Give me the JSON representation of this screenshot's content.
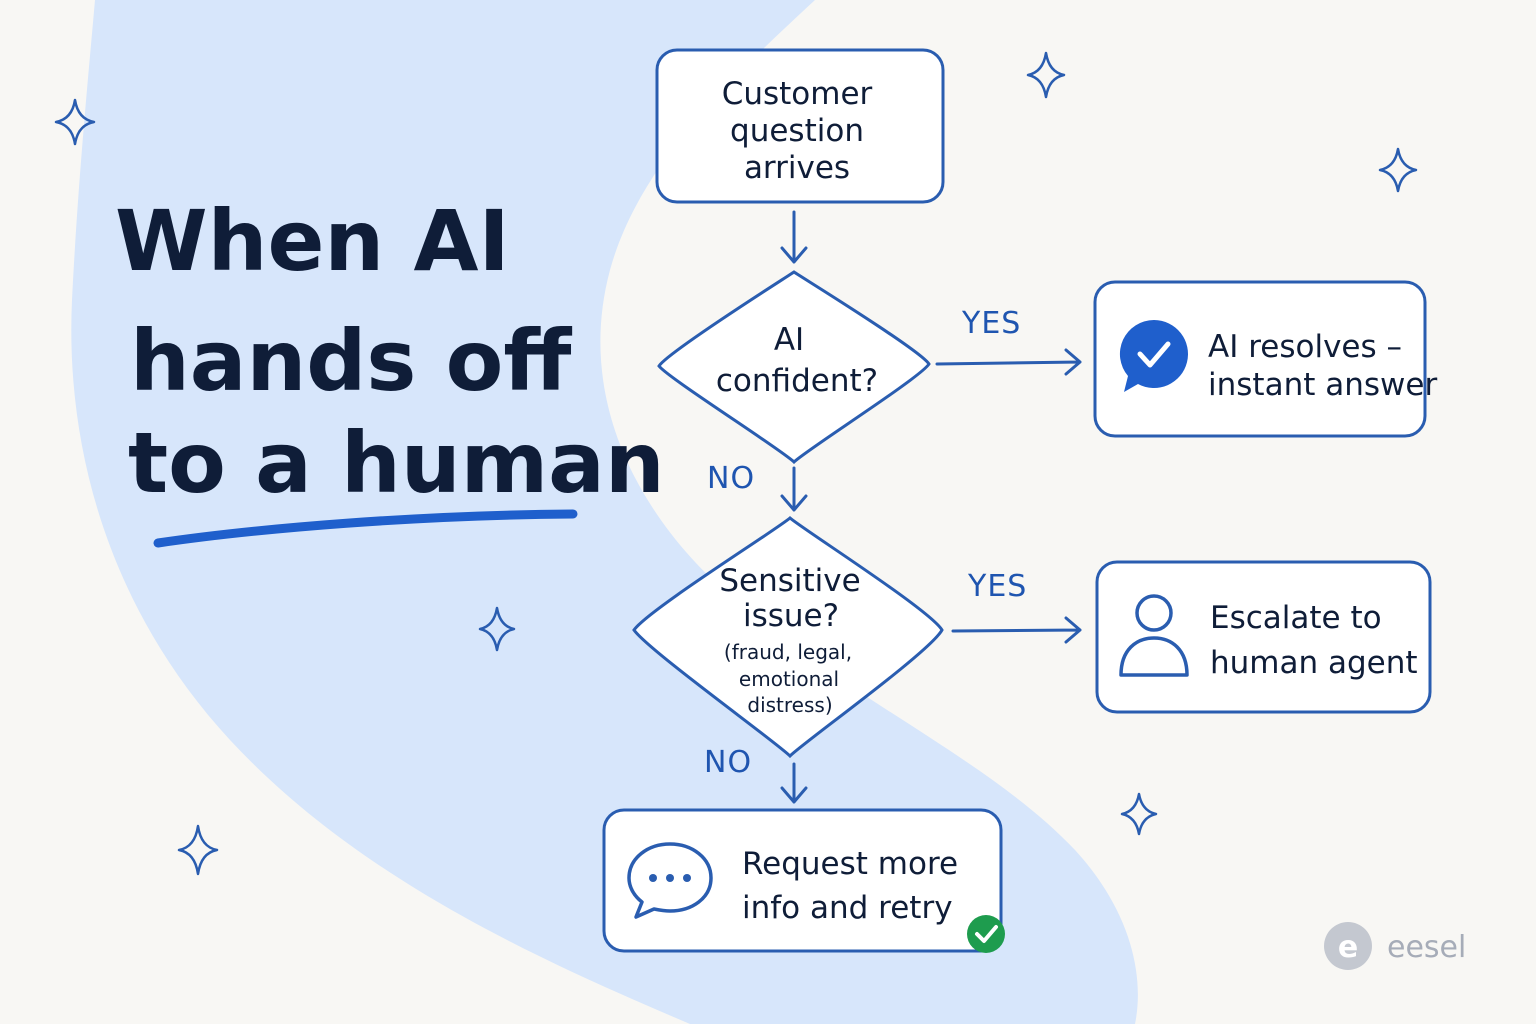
{
  "title": {
    "lines": [
      "When AI",
      "hands off",
      "to a human"
    ]
  },
  "nodes": {
    "start": {
      "lines": [
        "Customer",
        "question",
        "arrives"
      ]
    },
    "decision_confident": {
      "lines": [
        "AI",
        "confident?"
      ]
    },
    "decision_sensitive": {
      "lines": [
        "Sensitive",
        "issue?"
      ],
      "sub_lines": [
        "(fraud, legal,",
        "emotional",
        "distress)"
      ]
    },
    "ai_resolves": {
      "lines": [
        "AI resolves –",
        "instant answer"
      ],
      "icon": "check-chat-bubble-icon"
    },
    "escalate": {
      "lines": [
        "Escalate to",
        "human agent"
      ],
      "icon": "person-icon"
    },
    "request_info": {
      "lines": [
        "Request more",
        "info and retry"
      ],
      "icon": "chat-dots-icon",
      "badge_icon": "green-check-badge-icon"
    }
  },
  "edges": {
    "confident_yes": "YES",
    "confident_no": "NO",
    "sensitive_yes": "YES",
    "sensitive_no": "NO"
  },
  "brand": {
    "name": "eesel",
    "logo_letter": "e"
  },
  "colors": {
    "background": "#f8f7f4",
    "wave": "#d7e6fb",
    "stroke": "#2a5db0",
    "text": "#0f1d38",
    "accent": "#1f5fcc",
    "badge": "#1e9c4e",
    "brand": "#a6acb8"
  }
}
